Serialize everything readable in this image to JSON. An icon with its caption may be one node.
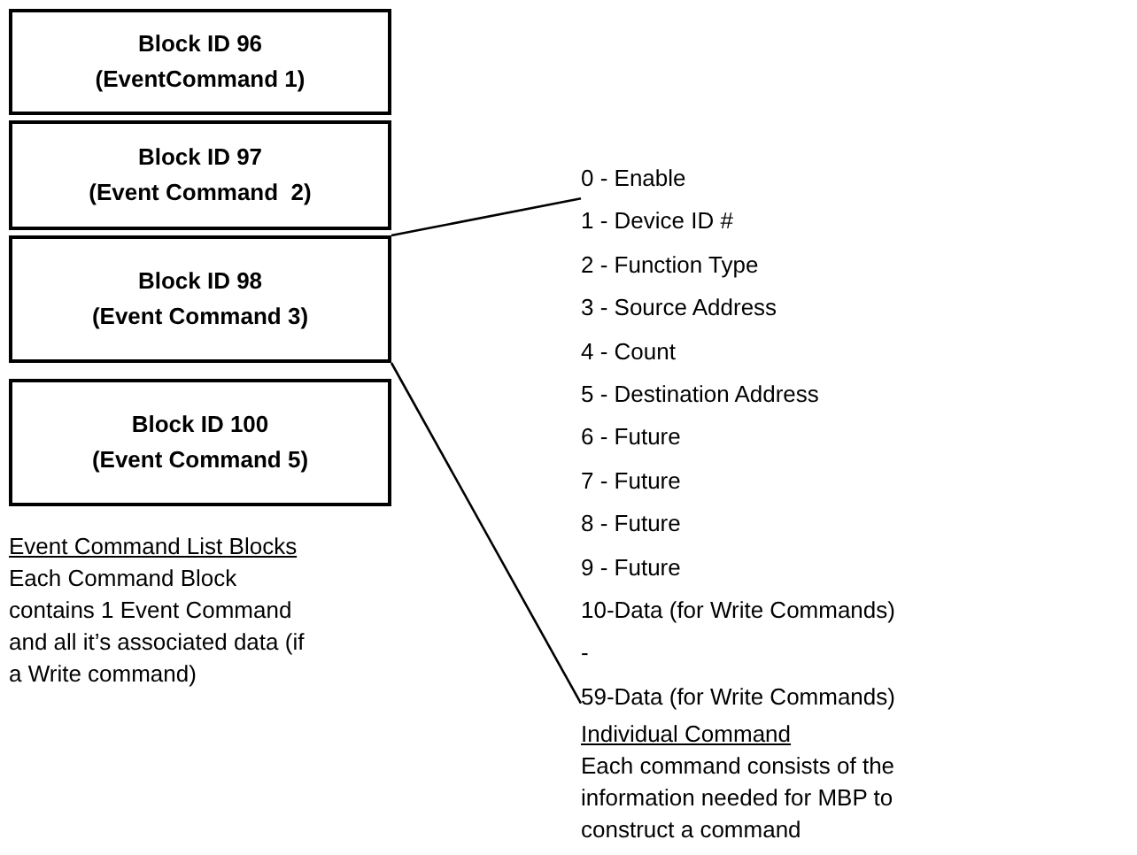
{
  "diagram": {
    "nodes": [
      {
        "text": [
          "Block ID 96",
          "(EventCommand 1)"
        ]
      },
      {
        "text": [
          "Block ID 97",
          "(Event Command  2)"
        ]
      },
      {
        "text": [
          "Block ID 98",
          "(Event Command 3)"
        ]
      },
      {
        "text": [
          "Block ID 100",
          "(Event Command 5)"
        ]
      },
      {
        "text": [
          "0 - Enable",
          "1 - Device ID #",
          "2 - Function Type",
          "3 - Source Address",
          "4 - Count",
          "5 - Destination Address",
          "6 - Future",
          "7 - Future",
          "8 - Future",
          "9 - Future",
          "10-Data (for Write Commands)",
          "-",
          "59-Data (for Write Commands)"
        ]
      }
    ],
    "edges": [
      {
        "from": 2,
        "to": 4,
        "arrow": "none"
      },
      {
        "from": 2,
        "to": 4,
        "arrow": "none"
      }
    ],
    "labels": [
      "Event Command List Blocks",
      "Each Command Block contains 1 Event Command and all it’s associated data (if a Write command)",
      "Individual Command",
      "Each command consists of the information needed for MBP to construct a command"
    ]
  }
}
